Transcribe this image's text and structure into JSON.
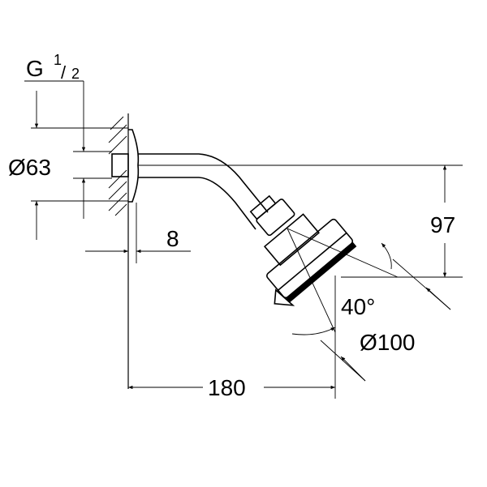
{
  "labels": {
    "thread_g": "G",
    "thread_num": "1",
    "thread_slash": "/",
    "thread_den": "2",
    "flange_dia": "Ø63",
    "wall_gap": "8",
    "height_drop": "97",
    "tilt_angle": "40°",
    "head_dia": "Ø100",
    "projection": "180"
  },
  "colors": {
    "line": "#000000",
    "background": "#ffffff"
  }
}
